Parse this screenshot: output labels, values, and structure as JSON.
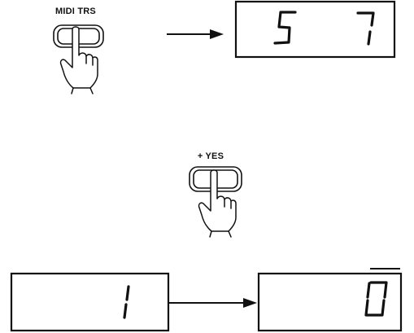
{
  "step1": {
    "button_label": "MIDI TRS",
    "display_digits": [
      "5",
      "7"
    ]
  },
  "step2": {
    "button_label": "+ YES",
    "display_from_digit": "1",
    "display_to_digit": "0"
  },
  "colors": {
    "ink": "#111111",
    "background": "#ffffff"
  },
  "icons": [
    "pressing-hand-icon",
    "right-arrow-icon"
  ]
}
